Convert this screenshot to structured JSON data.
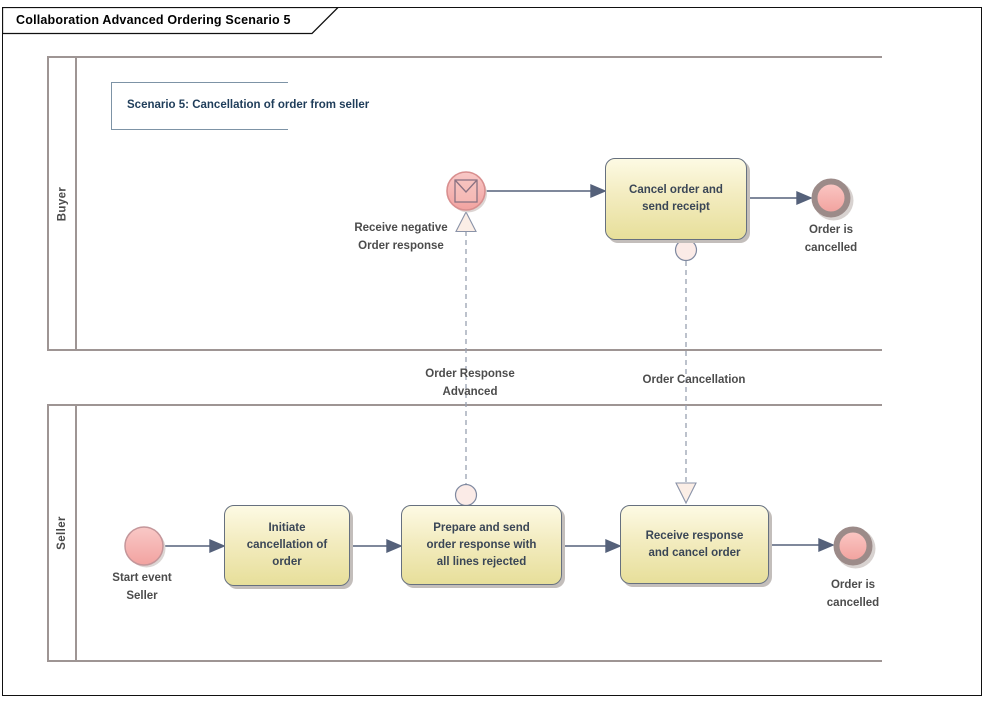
{
  "frame": {
    "title": "Collaboration Advanced Ordering Scenario 5"
  },
  "annotation": {
    "text": "Scenario 5: Cancellation of order from seller"
  },
  "pools": [
    {
      "id": "buyer",
      "label": "Buyer"
    },
    {
      "id": "seller",
      "label": "Seller"
    }
  ],
  "buyer_lane": {
    "receive_event_label": "Receive negative\nOrder response",
    "cancel_task_label": "Cancel order and\nsend receipt",
    "end_event_label": "Order is\ncancelled"
  },
  "seller_lane": {
    "start_event_label": "Start event\nSeller",
    "initiate_task_label": "Initiate\ncancellation of\norder",
    "prepare_task_label": "Prepare and send\norder response with\nall lines rejected",
    "receive_task_label": "Receive response\nand cancel order",
    "end_event_label": "Order is\ncancelled"
  },
  "message_flows": {
    "order_response_label": "Order Response\nAdvanced",
    "order_cancellation_label": "Order Cancellation"
  },
  "icons": {
    "message_event_icon": "envelope-icon",
    "flow_arrowheads": "triangle-arrowhead"
  },
  "colors": {
    "task_fill_top": "#fdfae4",
    "task_fill_bottom": "#e7df9a",
    "task_border": "#66707f",
    "event_fill": "#f6b3b1",
    "event_border": "#d88f8f",
    "end_event_ring": "#9c8b89",
    "pool_border": "#9e9594",
    "sequence_flow": "#55617a",
    "message_flow": "#99a1b1",
    "annotation_line": "#7d93a6",
    "annotation_text": "#1f3d5a",
    "label_text": "#4c4c4c"
  }
}
